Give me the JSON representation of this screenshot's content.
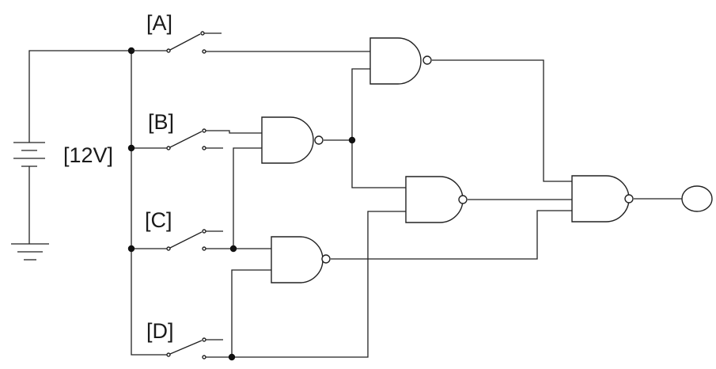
{
  "switches": [
    {
      "id": "A",
      "label": "[A]"
    },
    {
      "id": "B",
      "label": "[B]"
    },
    {
      "id": "C",
      "label": "[C]"
    },
    {
      "id": "D",
      "label": "[D]"
    }
  ],
  "battery": {
    "label": "[12V]"
  },
  "gates": [
    {
      "id": "nand-1",
      "type": "NAND"
    },
    {
      "id": "nand-2",
      "type": "NAND"
    },
    {
      "id": "nand-3",
      "type": "NAND"
    },
    {
      "id": "nand-4",
      "type": "NAND"
    },
    {
      "id": "nand-5",
      "type": "NAND"
    }
  ],
  "output": {
    "type": "lamp"
  }
}
